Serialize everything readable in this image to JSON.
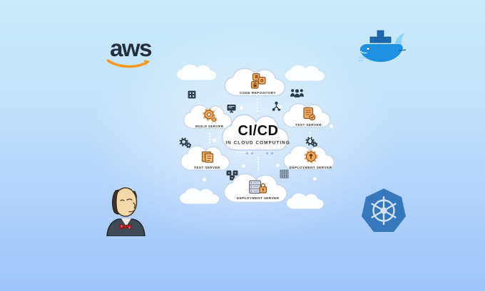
{
  "scene": {
    "description": "CI/CD in cloud computing illustration with devops tool logos"
  },
  "logos": {
    "aws_label": "aws"
  },
  "diagram": {
    "title": "CI/CD",
    "subtitle": "IN CLOUD COMPUTING",
    "clouds": [
      {
        "id": "code-repository",
        "label": "CODE REPOSITORY"
      },
      {
        "id": "build-server",
        "label": "BUILD SERVER"
      },
      {
        "id": "test-server-right",
        "label": "TEST SERVER"
      },
      {
        "id": "test-server-left",
        "label": "TEST SERVER"
      },
      {
        "id": "deployment-server-right",
        "label": "DEPLOYMENT SERVER"
      },
      {
        "id": "deployment-server-bottom",
        "label": "DEPLOYMENT SERVER"
      }
    ]
  },
  "icons": {
    "aws-logo": "aws wordmark with orange swoosh arrow",
    "docker-logo": "blue whale carrying containers",
    "jenkins-logo": "jenkins butler mascot with red bow tie",
    "kubernetes-logo": "blue heptagon with white helm wheel",
    "code-repository-icon": "three stacked orange code tiles",
    "build-gear-icon": "orange gears",
    "test-document-icon": "orange document with check badge",
    "test-folder-icon": "orange folder with files",
    "deployment-badge-icon": "orange rosette with up arrow",
    "server-lock-icon": "server rack with orange padlock",
    "chip-icon": "dark qr chip square",
    "monitor-icon": "dark monitor screen",
    "team-icon": "three dark person silhouettes",
    "network-icon": "dark node hierarchy",
    "gears-icon": "dark gear pair",
    "cluster-icon": "three dark cubes",
    "grid-icon": "dark grid square"
  },
  "colors": {
    "background_top": "#c9ebfb",
    "background_bottom": "#a0c3f9",
    "cloud_outline": "#c8d7ec",
    "accent_orange": "#f3a961",
    "accent_orange_dark": "#8a5a22",
    "dark_icon": "#2e3b49",
    "aws_text": "#232f3d",
    "aws_swoosh": "#f7981f",
    "docker_blue": "#2090e0",
    "kubernetes_blue": "#3778bd",
    "jenkins_suit": "#3e4b57",
    "jenkins_bowtie": "#c9252c"
  }
}
